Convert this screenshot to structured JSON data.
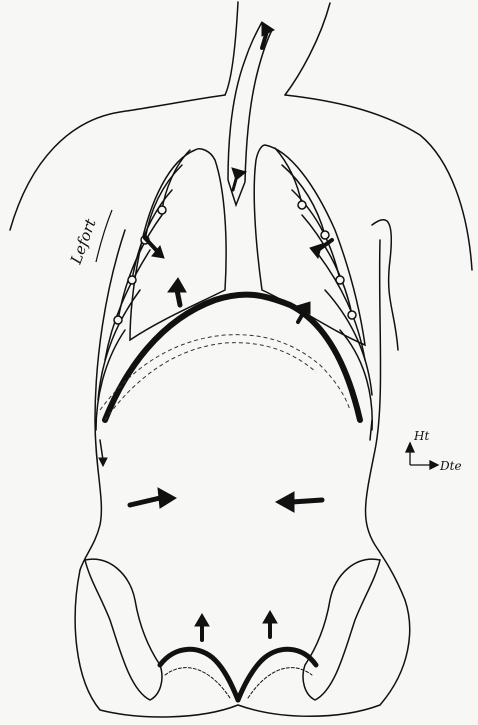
{
  "labels": {
    "signature": "Lefort",
    "axis_up": "Ht",
    "axis_right": "Dte"
  },
  "colors": {
    "ink": "#111111",
    "paper": "#f7f7f5",
    "dashed": "#333333"
  }
}
